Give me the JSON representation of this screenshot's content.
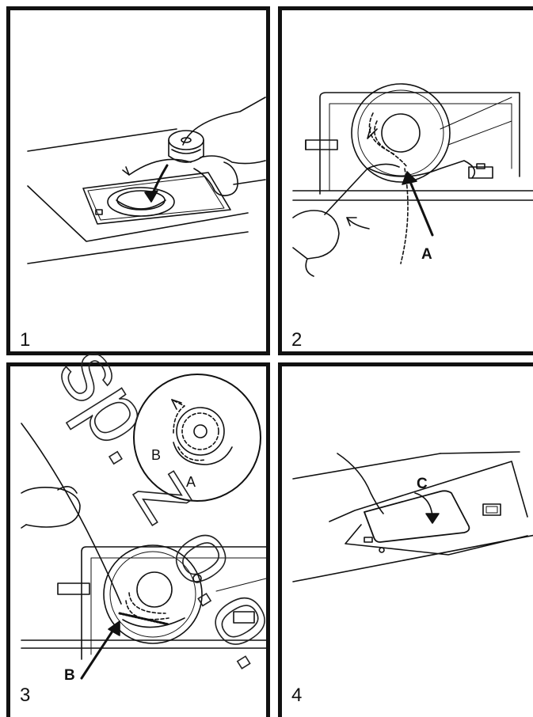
{
  "panels": [
    {
      "number": "1"
    },
    {
      "number": "2",
      "label": "A"
    },
    {
      "number": "3",
      "inset_labels": [
        "B",
        "A"
      ],
      "label": "B"
    },
    {
      "number": "4",
      "label": "C"
    }
  ],
  "watermark": "sp. z o.o."
}
